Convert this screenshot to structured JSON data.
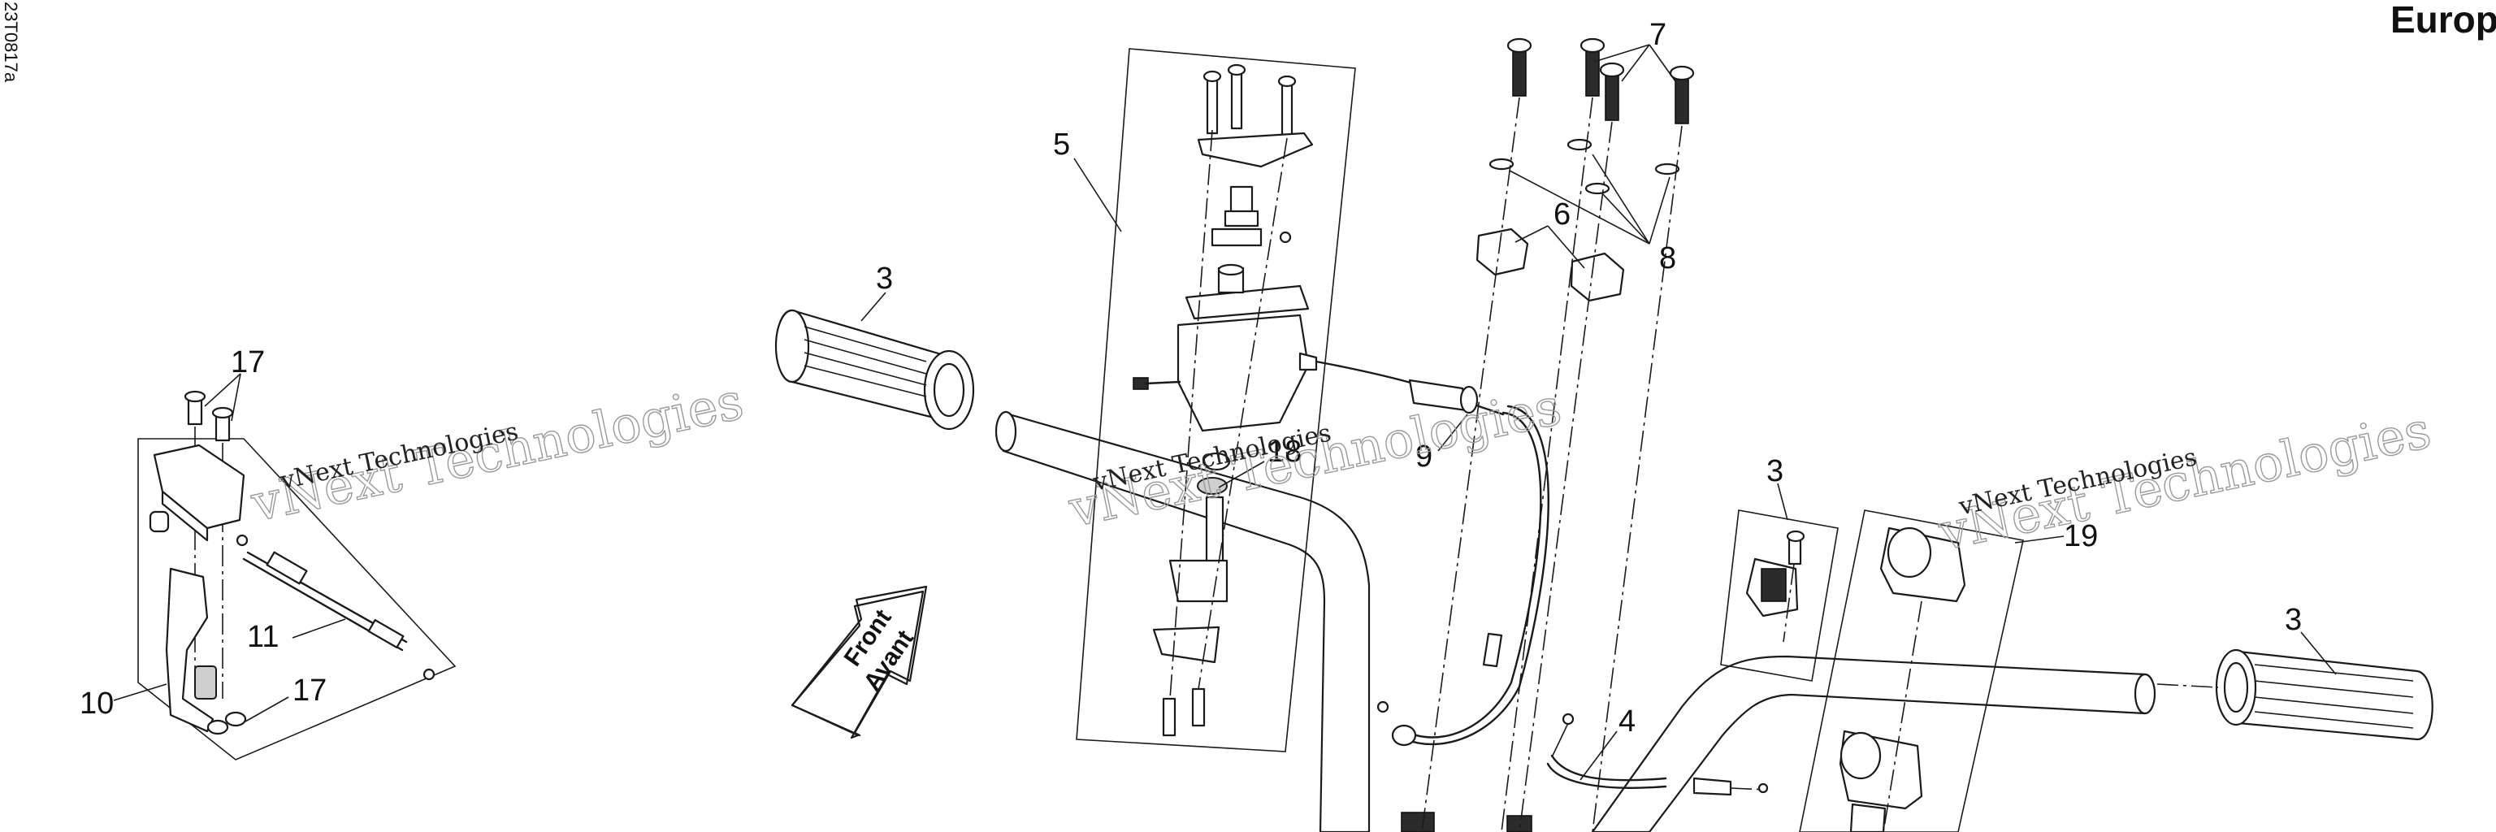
{
  "reference_code": "23T0817a",
  "title": "Europ",
  "watermark": {
    "line1": "vNext Technologies",
    "line2": "vNext Technologies"
  },
  "front_arrow": {
    "line1": "Front",
    "line2": "Avant"
  },
  "callouts": {
    "c3_left": "3",
    "c3_mid": "3",
    "c3_right": "3",
    "c4": "4",
    "c5": "5",
    "c6": "6",
    "c7": "7",
    "c8": "8",
    "c9": "9",
    "c10": "10",
    "c11": "11",
    "c17_top": "17",
    "c17_bottom": "17",
    "c18": "18",
    "c19": "19"
  }
}
